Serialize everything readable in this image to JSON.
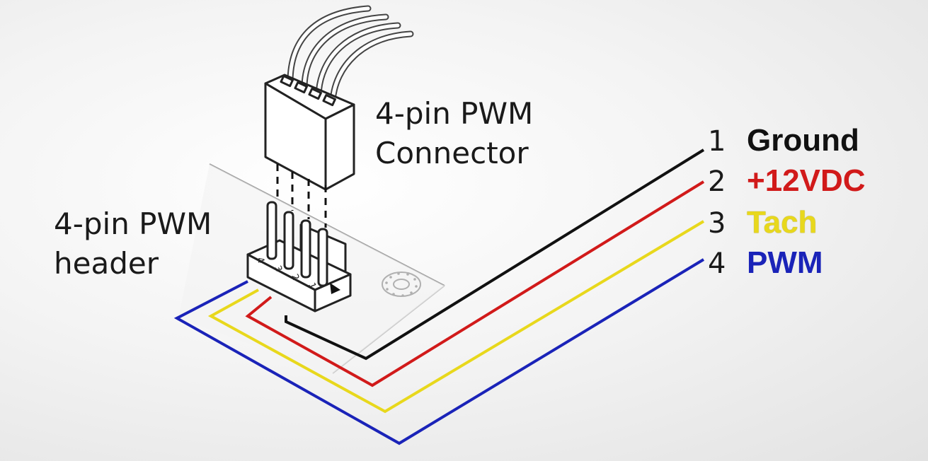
{
  "labels": {
    "connector_line1": "4-pin PWM",
    "connector_line2": "Connector",
    "header_line1": "4-pin PWM",
    "header_line2": "header"
  },
  "header_pin_numbers": [
    "4",
    "3",
    "2",
    "1"
  ],
  "pins": [
    {
      "number": "1",
      "name": "Ground",
      "color": "#111111"
    },
    {
      "number": "2",
      "name": "+12VDC",
      "color": "#d11a1a"
    },
    {
      "number": "3",
      "name": "Tach",
      "color": "#e8d81c"
    },
    {
      "number": "4",
      "name": "PWM",
      "color": "#1a23b8"
    }
  ]
}
